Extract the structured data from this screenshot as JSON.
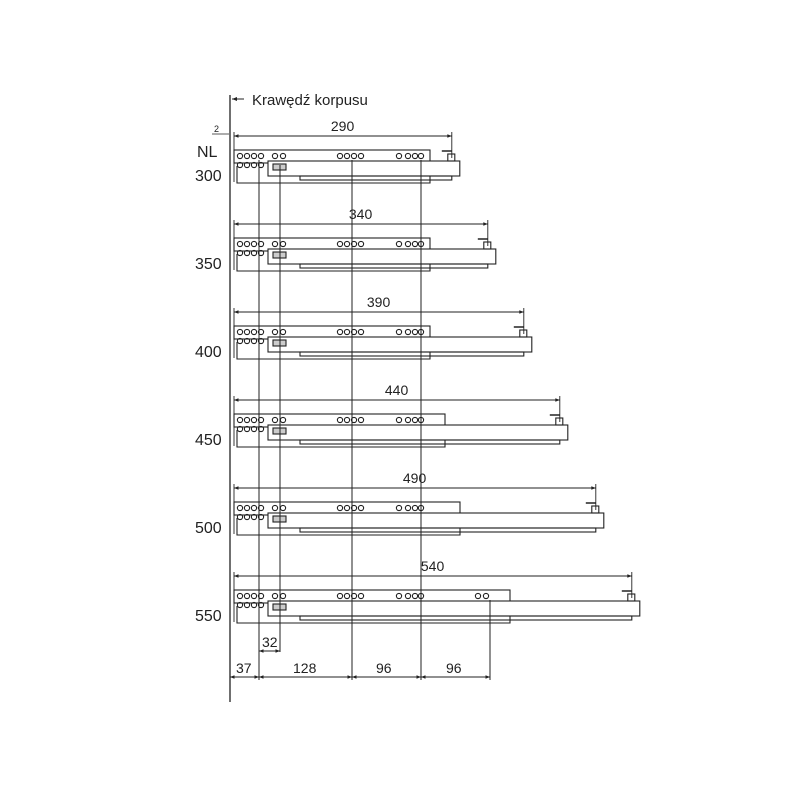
{
  "title": "Krawędź korpusu",
  "edge_offset": "2",
  "nl_label": "NL",
  "rows": [
    {
      "nl": "300",
      "length": "290"
    },
    {
      "nl": "350",
      "length": "340"
    },
    {
      "nl": "400",
      "length": "390"
    },
    {
      "nl": "450",
      "length": "440"
    },
    {
      "nl": "500",
      "length": "490"
    },
    {
      "nl": "550",
      "length": "540"
    }
  ],
  "bottom_dims": {
    "d37": "37",
    "d32": "32",
    "d128": "128",
    "d96a": "96",
    "d96b": "96"
  },
  "colors": {
    "line": "#222222",
    "rail_fill": "#ffffff"
  }
}
